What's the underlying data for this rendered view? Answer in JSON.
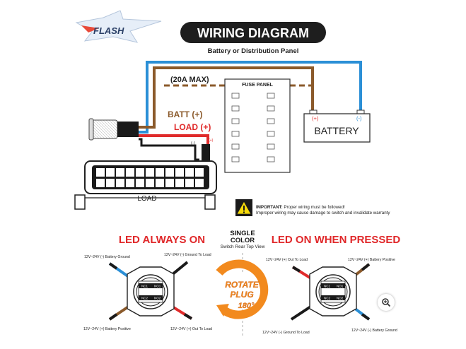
{
  "brand": {
    "logo_text": "FLASH"
  },
  "header": {
    "title": "WIRING DIAGRAM",
    "subtitle": "Battery or Distribution Panel"
  },
  "wiring": {
    "max_label": "(20A MAX)",
    "fuse_panel_label": "FUSE PANEL",
    "battery_label": "BATTERY",
    "battery_pos": "(+)",
    "battery_neg": "(-)",
    "batt_label": "BATT (+)",
    "load_label": "LOAD (+)",
    "load_pos_small": "(+)",
    "load_neg_small": "(−)",
    "load_caption": "LOAD"
  },
  "warning": {
    "bold": "IMPORTANT:",
    "line1": " Proper wiring must be followed!",
    "line2": "Improper wiring may cause damage to switch and invalidate warranty"
  },
  "modes": {
    "left_title": "LED ALWAYS ON",
    "right_title": "LED ON WHEN PRESSED",
    "center_line1": "SINGLE",
    "center_line2": "COLOR",
    "center_line3": "Switch Rear Top View",
    "rotate_line1": "ROTATE",
    "rotate_line2": "PLUG",
    "rotate_line3": "180°"
  },
  "left_switch": {
    "tl": "12V~24V (-) Battery Ground",
    "tr": "12V~24V (-) Ground To Load",
    "bl": "12V~24V (+) Battery Positive",
    "br": "12V~24V (+) Out To Load",
    "pin_tl": "NC1",
    "pin_tr": "NO1",
    "pin_bl": "NC2",
    "pin_br": "NO2"
  },
  "right_switch": {
    "tl": "12V~24V (+) Out To Load",
    "tr": "12V~24V (+) Battery Positive",
    "bl": "12V~24V (-) Ground To Load",
    "br": "12V~24V (-) Battery Ground",
    "pin_tl": "NC1",
    "pin_tr": "NO1",
    "pin_bl": "NC2",
    "pin_br": "NO2"
  },
  "colors": {
    "brown": "#8b5a2b",
    "blue": "#2b8fd6",
    "red": "#e02b2b",
    "black": "#1a1a1a",
    "orange": "#f28a1e",
    "title_red": "#e0282a"
  },
  "icons": {
    "zoom": "zoom-in-icon",
    "warning": "warning-icon"
  }
}
